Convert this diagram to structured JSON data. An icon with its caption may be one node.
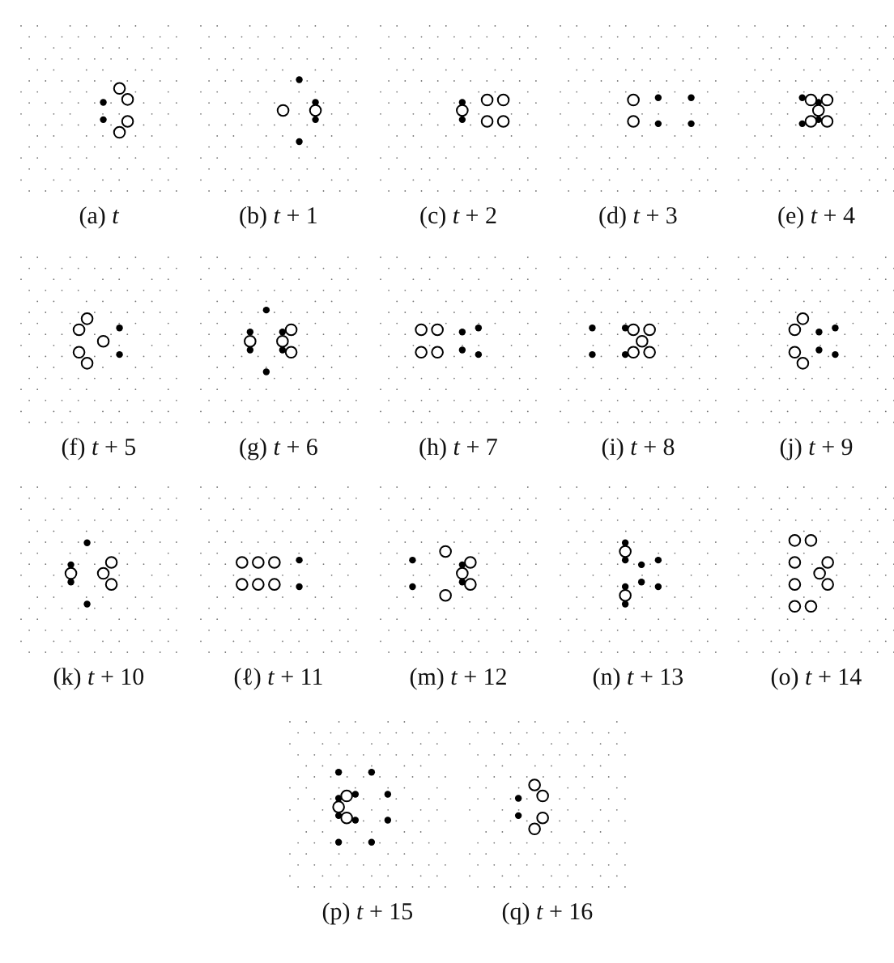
{
  "diagram": {
    "labels": [
      "(a) *t*",
      "(b) *t* + 1",
      "(c) *t* + 2",
      "(d) *t* + 3",
      "(e) *t* + 4",
      "(f) *t* + 5",
      "(g) *t* + 6",
      "(h) *t* + 7",
      "(i) *t* + 8",
      "(j) *t* + 9",
      "(k) *t* + 10",
      "(ℓ) *t* + 11",
      "(m) *t* + 12",
      "(n) *t* + 13",
      "(o) *t* + 14",
      "(p) *t* + 15",
      "(q) *t* + 16"
    ]
  }
}
